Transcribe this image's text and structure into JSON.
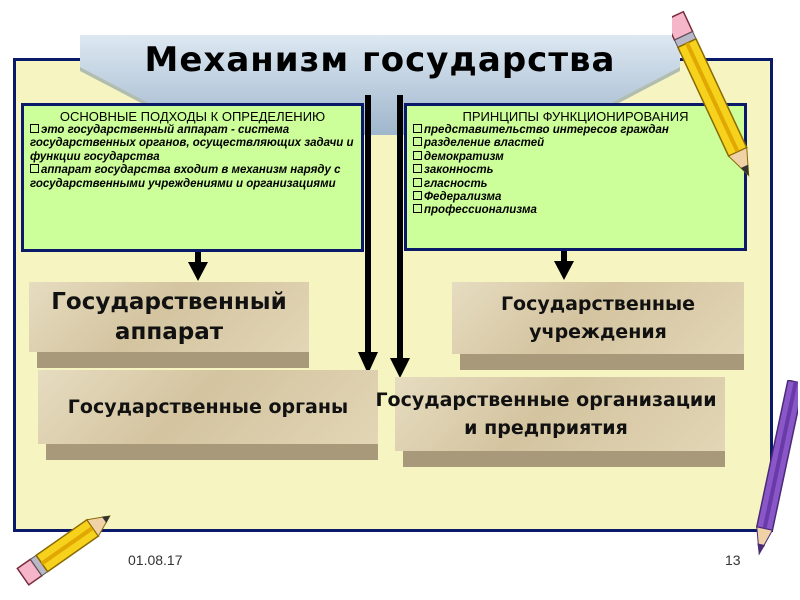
{
  "title": "Механизм государства",
  "left_box": {
    "heading": "ОСНОВНЫЕ ПОДХОДЫ К ОПРЕДЕЛЕНИЮ",
    "items": [
      "это государственный аппарат - система государственных органов, осуществляющих задачи и функции государства",
      "аппарат государства входит в механизм наряду с государственными учреждениями и организациями"
    ]
  },
  "right_box": {
    "heading": "ПРИНЦИПЫ ФУНКЦИОНИРОВАНИЯ",
    "items": [
      "представительство интересов граждан",
      "разделение властей",
      "демократизм",
      "законность",
      "гласность",
      "Федерализма",
      "профессионализма"
    ]
  },
  "blocks": {
    "apparatus": "Государственный аппарат",
    "institutions": "Государственные учреждения",
    "organs": "Государственные органы",
    "organizations": "Государственные организации и предприятия"
  },
  "footer": {
    "date": "01.08.17",
    "page": "13"
  },
  "colors": {
    "frame_border": "#0a1a68",
    "frame_fill": "#f6f5c2",
    "box_fill": "#ccff99",
    "banner_fill": "#c9d9e8",
    "block_fill": "#d9ccaa"
  }
}
